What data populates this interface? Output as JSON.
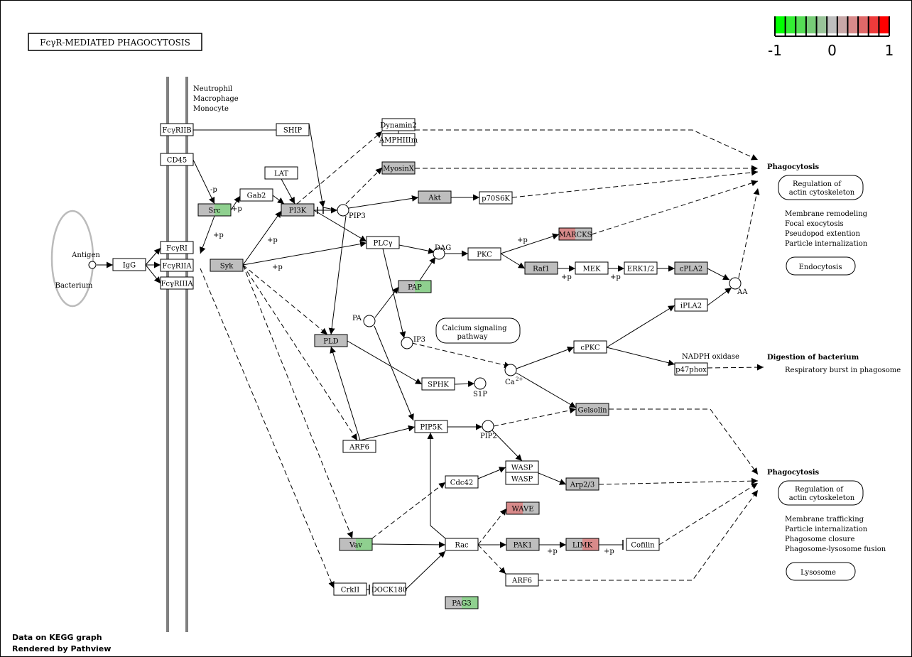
{
  "title": "FcγR-MEDIATED PHAGOCYTOSIS",
  "cell_types": [
    "Neutrophil",
    "Macrophage",
    "Monocyte"
  ],
  "legend": {
    "colors": [
      "#00ff00",
      "#33ee33",
      "#55dd55",
      "#77cc77",
      "#99c399",
      "#bebebe",
      "#c8a8a8",
      "#d88a8a",
      "#e06868",
      "#ee3a3a",
      "#ff0000"
    ],
    "labels": [
      "-1",
      "0",
      "1"
    ],
    "values": [
      -1,
      0,
      1
    ]
  },
  "gray_color": "#bebebe",
  "nodes": {
    "igg": "IgG",
    "fcyriib": "FcγRIIB",
    "cd45": "CD45",
    "fcyri": "FcγRI",
    "fcyriia": "FcγRIIA",
    "fcyriiia": "FcγRIIIA",
    "src": "Src",
    "syk": "Syk",
    "gab2": "Gab2",
    "lat": "LAT",
    "ship": "SHIP",
    "pi3k": "PI3K",
    "dynamin2": "Dynamin2",
    "amphiiim": "AMPHIIIm",
    "myosinx": "MyosinX",
    "akt": "Akt",
    "p70s6k": "p70S6K",
    "plcy": "PLCγ",
    "pkc": "PKC",
    "marcks": "MARCKS",
    "raf1": "Raf1",
    "mek": "MEK",
    "erk12": "ERK1/2",
    "cpla2": "cPLA2",
    "ipla2": "iPLA2",
    "pap": "PAP",
    "pld": "PLD",
    "cpkc": "cPKC",
    "p47phox": "p47phox",
    "sphk": "SPHK",
    "gelsolin": "Gelsolin",
    "pip5k": "PIP5K",
    "arf6_top": "ARF6",
    "wasp1": "WASP",
    "wasp2": "WASP",
    "cdc42": "Cdc42",
    "arp23": "Arp2/3",
    "wave": "WAVE",
    "vav": "Vav",
    "rac": "Rac",
    "pak1": "PAK1",
    "limk": "LIMK",
    "cofilin": "Cofilin",
    "crkii": "CrkII",
    "dock180": "DOCK180",
    "arf6_bottom": "ARF6",
    "pag3": "PAG3"
  },
  "node_colors": {
    "src": [
      "#bebebe",
      "#8fd08f"
    ],
    "pi3k": [
      "#bebebe"
    ],
    "myosinx": [
      "#bebebe"
    ],
    "akt": [
      "#bebebe"
    ],
    "syk": [
      "#bebebe"
    ],
    "marcks": [
      "#d88a8a",
      "#bebebe"
    ],
    "raf1": [
      "#bebebe"
    ],
    "cpla2": [
      "#bebebe"
    ],
    "pap": [
      "#bebebe",
      "#8fd08f"
    ],
    "pld": [
      "#bebebe"
    ],
    "gelsolin": [
      "#bebebe"
    ],
    "arp23": [
      "#bebebe"
    ],
    "wave": [
      "#d88a8a",
      "#bebebe"
    ],
    "vav": [
      "#bebebe",
      "#8fd08f"
    ],
    "pak1": [
      "#bebebe"
    ],
    "limk": [
      "#bebebe",
      "#d88a8a"
    ],
    "pag3": [
      "#bebebe",
      "#8fd08f"
    ]
  },
  "compounds": {
    "antigen": "Antigen",
    "bacterium": "Bacterium",
    "pip3": "PIP3",
    "dag": "DAG",
    "pa": "PA",
    "ip3": "IP3",
    "aa": "AA",
    "ca2": "Ca",
    "ca2_sup": "2+",
    "s1p": "S1P",
    "pip2": "PIP2"
  },
  "modifiers": {
    "p_minus": "-p",
    "p_plus": "+p"
  },
  "pathways": {
    "calcium": [
      "Calcium signaling",
      "pathway"
    ],
    "regulation_top": [
      "Regulation of",
      "actin cytoskeleton"
    ],
    "endocytosis": "Endocytosis",
    "regulation_bottom": [
      "Regulation of",
      "actin cytoskeleton"
    ],
    "lysosome": "Lysosome"
  },
  "outcomes": {
    "phago_top": "Phagocytosis",
    "phago_top_items": [
      "Membrane remodeling",
      "Focal exocytosis",
      "Pseudopod extention",
      "Particle internalization"
    ],
    "digestion": "Digestion of bacterium",
    "digestion_item": "Respiratory burst in phagosome",
    "nadph": "NADPH oxidase",
    "phago_bottom": "Phagocytosis",
    "phago_bottom_items": [
      "Membrane trafficking",
      "Particle internalization",
      "Phagosome closure",
      "Phagosome-lysosome fusion"
    ]
  },
  "footer": [
    "Data on KEGG graph",
    "Rendered by  Pathview"
  ]
}
